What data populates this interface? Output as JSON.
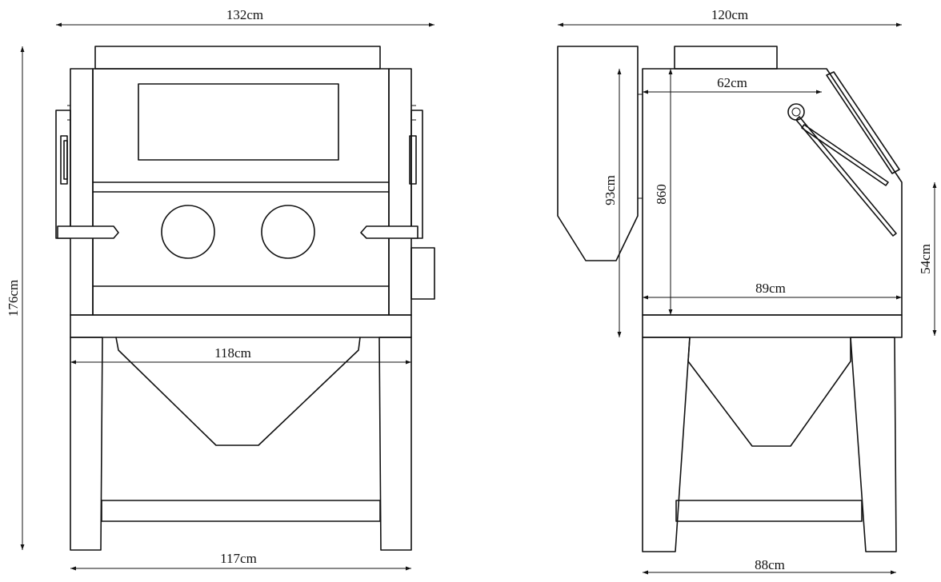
{
  "dimensions": {
    "front_width_top": "132cm",
    "front_height": "176cm",
    "front_hopper_width": "118cm",
    "front_base_width": "117cm",
    "side_total_depth": "120cm",
    "side_upper_depth": "62cm",
    "side_collector_height": "93cm",
    "side_cabinet_height": "860",
    "side_cabinet_depth": "89cm",
    "side_front_height": "54cm",
    "side_base_depth": "88cm"
  },
  "colors": {
    "line": "#111111",
    "background": "#ffffff"
  }
}
